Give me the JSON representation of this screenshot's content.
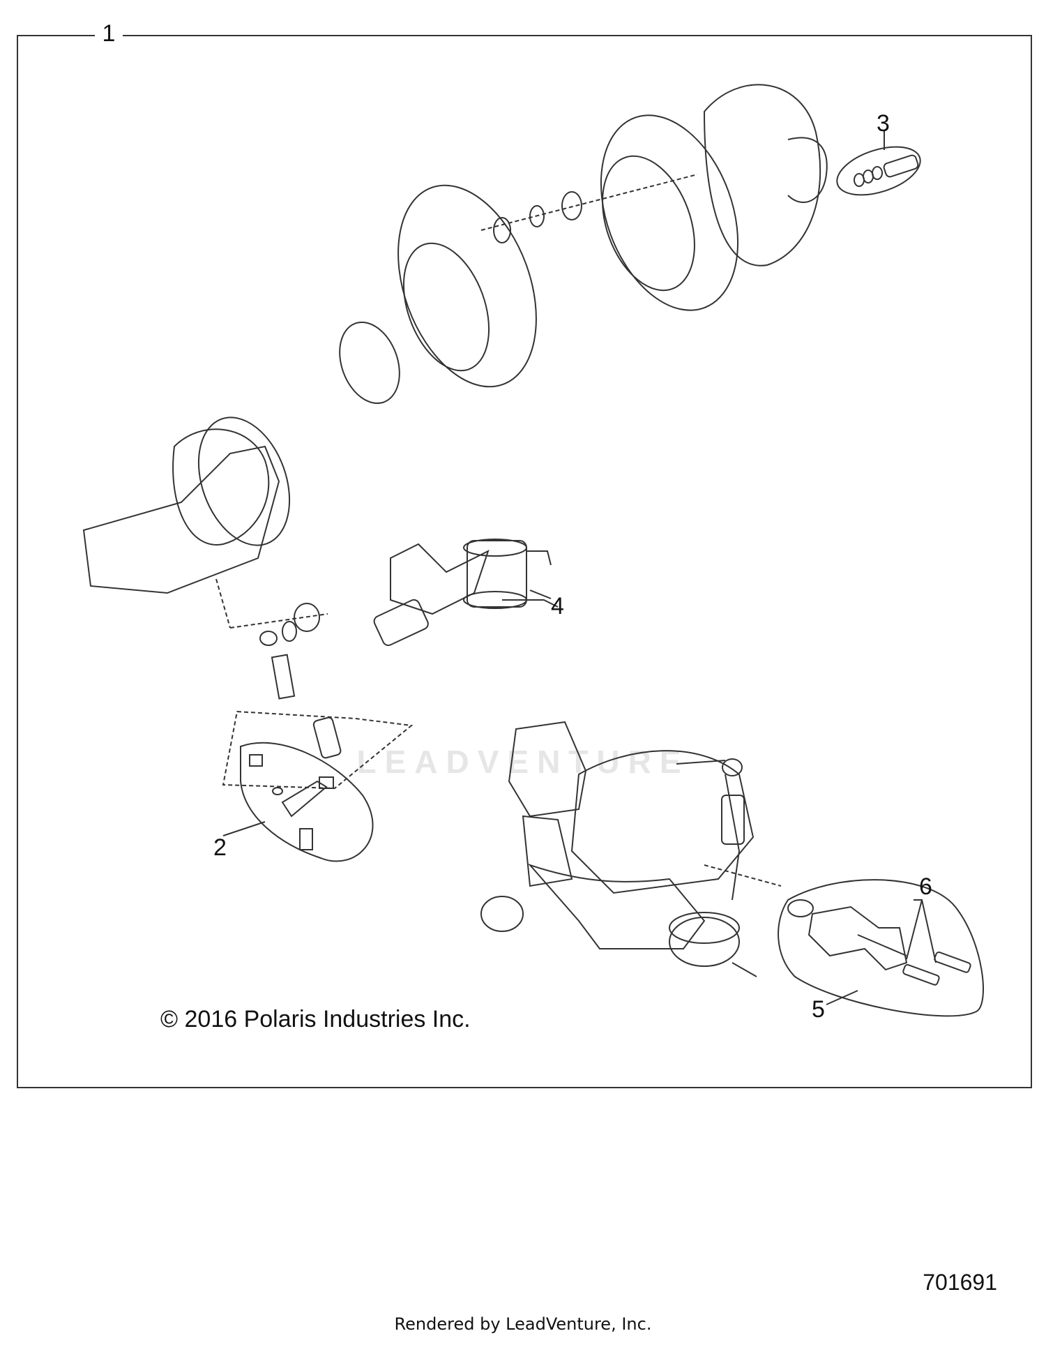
{
  "diagram": {
    "frame_label": "1",
    "callouts": [
      "2",
      "3",
      "4",
      "5",
      "6"
    ],
    "copyright": "© 2016 Polaris Industries Inc.",
    "doc_number": "701691",
    "watermark": "LEADVENTURE",
    "footer": "Rendered by LeadVenture, Inc."
  }
}
